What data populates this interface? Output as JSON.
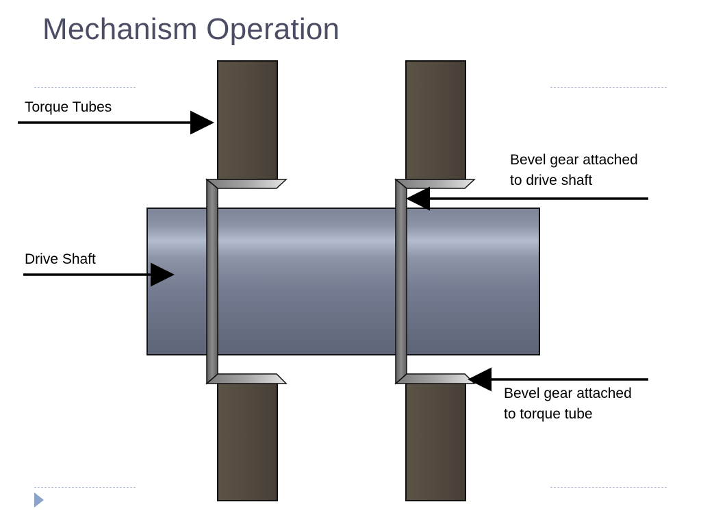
{
  "slide": {
    "title": "Mechanism Operation"
  },
  "labels": {
    "torque_tubes": "Torque Tubes",
    "drive_shaft": "Drive Shaft",
    "bevel_drive_line1": "Bevel gear attached",
    "bevel_drive_line2": "to drive shaft",
    "bevel_torque_line1": "Bevel gear attached",
    "bevel_torque_line2": "to torque tube"
  },
  "colors": {
    "title": "#4a4d63",
    "torque_tube": "#50473d",
    "drive_shaft": "#6b7388",
    "gear": "#8a8a8a",
    "arrow": "#000000",
    "accent": "#8aa3c8"
  },
  "icons": {
    "nav": "play-triangle-icon"
  }
}
